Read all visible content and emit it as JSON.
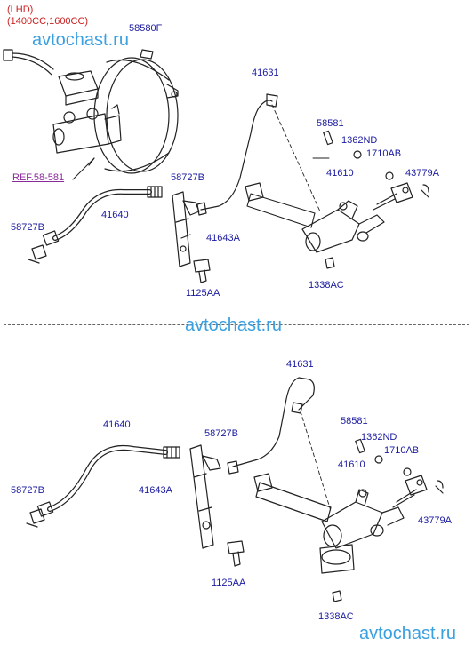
{
  "header": {
    "variant": "(LHD)",
    "engine": "(1400CC,1600CC)"
  },
  "watermarks": [
    "avtochast.ru",
    "avtochast.ru",
    "avtochast.ru"
  ],
  "top_section": {
    "parts": {
      "p58580F": "58580F",
      "p41631": "41631",
      "p58581": "58581",
      "p1362ND": "1362ND",
      "p1710AB": "1710AB",
      "p41610": "41610",
      "p43779A": "43779A",
      "p58727B_a": "58727B",
      "p41640": "41640",
      "p58727B_b": "58727B",
      "p41643A": "41643A",
      "p1125AA": "1125AA",
      "p1338AC": "1338AC"
    },
    "reference": "REF.58-581"
  },
  "bottom_section": {
    "parts": {
      "p41631": "41631",
      "p41640": "41640",
      "p58727B_a": "58727B",
      "p58581": "58581",
      "p1362ND": "1362ND",
      "p1710AB": "1710AB",
      "p41610": "41610",
      "p58727B_b": "58727B",
      "p41643A": "41643A",
      "p43779A": "43779A",
      "p1125AA": "1125AA",
      "p1338AC": "1338AC"
    }
  },
  "colors": {
    "label": "#1a1aa0",
    "header": "#cc2020",
    "reference": "#8a2a9a",
    "watermark": "#3aa0e0",
    "drawing": "#222222"
  }
}
